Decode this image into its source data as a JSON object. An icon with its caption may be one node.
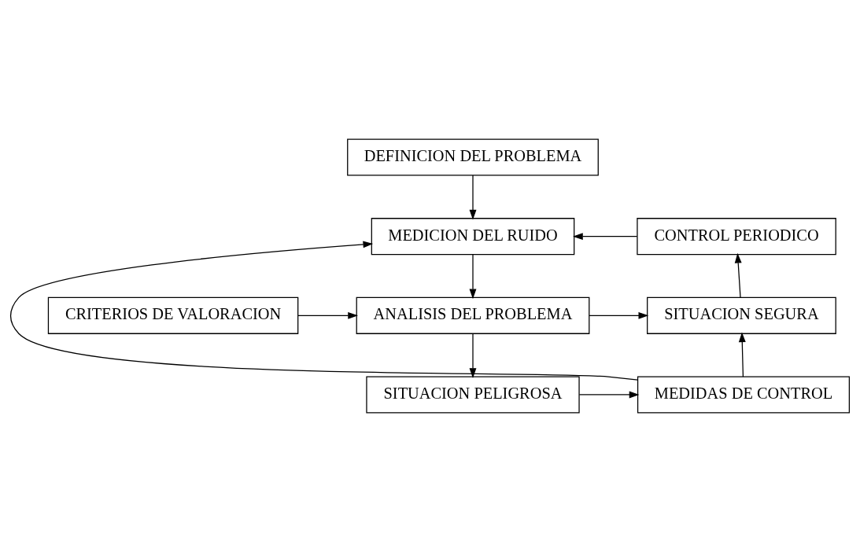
{
  "diagram": {
    "nodes": [
      {
        "text": [
          "DEFINICION DEL PROBLEMA"
        ]
      },
      {
        "text": [
          "MEDICION DEL RUIDO"
        ]
      },
      {
        "text": [
          "CONTROL PERIODICO"
        ]
      },
      {
        "text": [
          "SITUACION SEGURA"
        ]
      },
      {
        "text": [
          "ANALISIS DEL PROBLEMA"
        ]
      },
      {
        "text": [
          "CRITERIOS DE VALORACION"
        ]
      },
      {
        "text": [
          "MEDIDAS DE CONTROL"
        ]
      },
      {
        "text": [
          "SITUACION PELIGROSA"
        ]
      }
    ],
    "edges": [
      {
        "from": 0,
        "to": 1,
        "arrow": "to"
      },
      {
        "from": 1,
        "to": 4,
        "arrow": "to"
      },
      {
        "from": 5,
        "to": 4,
        "arrow": "to"
      },
      {
        "from": 4,
        "to": 3,
        "arrow": "to"
      },
      {
        "from": 4,
        "to": 7,
        "arrow": "to"
      },
      {
        "from": 7,
        "to": 6,
        "arrow": "to"
      },
      {
        "from": 6,
        "to": 3,
        "arrow": "to"
      },
      {
        "from": 3,
        "to": 2,
        "arrow": "to"
      },
      {
        "from": 2,
        "to": 1,
        "arrow": "to"
      },
      {
        "from": 6,
        "to": 1,
        "arrow": "to"
      }
    ]
  }
}
